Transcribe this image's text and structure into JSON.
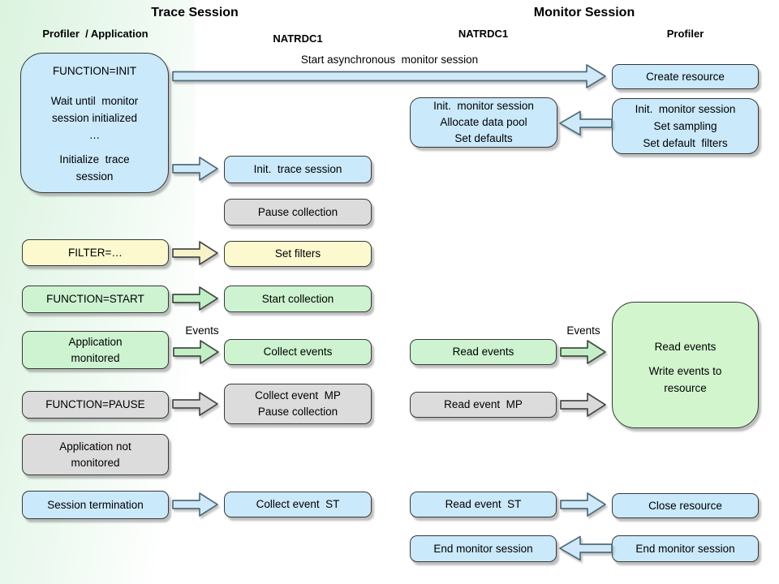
{
  "titles": {
    "trace": "Trace Session",
    "monitor": "Monitor Session"
  },
  "column_headers": {
    "profiler_application": "Profiler  / Application",
    "natrdc1_trace": "NATRDC1",
    "natrdc1_monitor": "NATRDC1",
    "profiler": "Profiler"
  },
  "annotations": {
    "start_async": "Start asynchronous  monitor session",
    "events_trace": "Events",
    "events_monitor": "Events"
  },
  "boxes": {
    "func_init": {
      "lines": [
        "FUNCTION=INIT",
        "Wait until  monitor",
        "session initialized",
        "…",
        "Initialize  trace",
        "session"
      ]
    },
    "filter": {
      "label": "FILTER=…"
    },
    "func_start": {
      "label": "FUNCTION=START"
    },
    "app_monitored": {
      "lines": [
        "Application",
        "monitored"
      ]
    },
    "func_pause": {
      "label": "FUNCTION=PAUSE"
    },
    "app_not_monitored": {
      "lines": [
        "Application not",
        "monitored"
      ]
    },
    "session_termination": {
      "label": "Session termination"
    },
    "init_trace": {
      "label": "Init.  trace session"
    },
    "pause_collection": {
      "label": "Pause collection"
    },
    "set_filters": {
      "label": "Set filters"
    },
    "start_collection": {
      "label": "Start collection"
    },
    "collect_events": {
      "label": "Collect events"
    },
    "collect_mp": {
      "lines": [
        "Collect event  MP",
        "Pause collection"
      ]
    },
    "collect_st": {
      "label": "Collect event  ST"
    },
    "init_monitor_nat": {
      "lines": [
        "Init.  monitor session",
        "Allocate data pool",
        "Set defaults"
      ]
    },
    "read_events": {
      "label": "Read events"
    },
    "read_mp": {
      "label": "Read event  MP"
    },
    "read_st": {
      "label": "Read event  ST"
    },
    "end_monitor_nat": {
      "label": "End monitor session"
    },
    "create_resource": {
      "label": "Create resource"
    },
    "init_monitor_prof": {
      "lines": [
        "Init.  monitor session",
        "Set sampling",
        "Set default  filters"
      ]
    },
    "read_write_resource": {
      "lines": [
        "Read events",
        "Write events to",
        "resource"
      ]
    },
    "close_resource": {
      "label": "Close resource"
    },
    "end_monitor_prof": {
      "label": "End monitor session"
    }
  },
  "colors": {
    "box_blue": "#cae9fb",
    "box_yellow": "#fcf9cf",
    "box_green": "#cdf3d0",
    "box_big_green": "#d2f5cd",
    "box_gray": "#dcdcdc",
    "box_border": "#383838",
    "arrow_blue": "#cfe9f8",
    "arrow_yellow": "#f7f3c8",
    "arrow_green": "#c3efc7",
    "arrow_gray": "#d9d9d9",
    "band_yellow_strong": "#f0f0b7",
    "band_yellow_light": "#f6f6c8",
    "band_green_strong": "#d6f0d9",
    "band_green_light": "#dbf3df"
  }
}
